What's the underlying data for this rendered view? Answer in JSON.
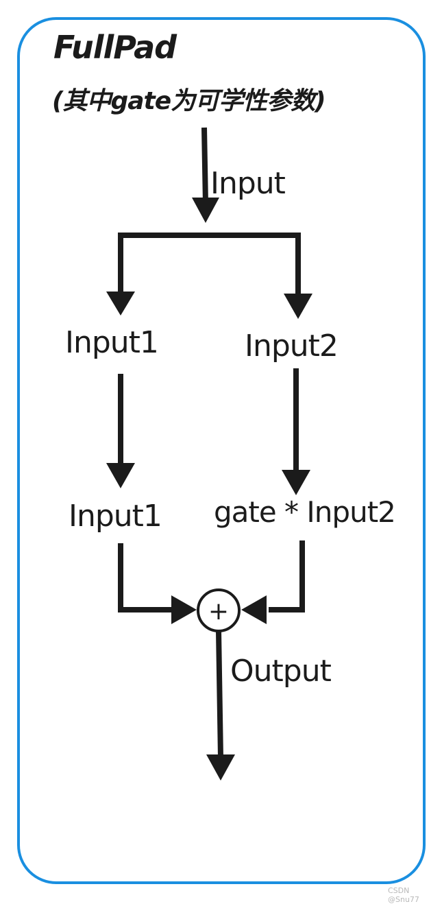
{
  "diagram": {
    "title": "FullPad",
    "subtitle": "(其中gate为可学性参数)",
    "nodes": {
      "input": "Input",
      "branch_left_top": "Input1",
      "branch_right_top": "Input2",
      "branch_left_bottom": "Input1",
      "branch_right_bottom": "gate * Input2",
      "sum_operator": "+",
      "output": "Output"
    },
    "colors": {
      "frame": "#1a8fe0",
      "stroke": "#1b1b1b",
      "background": "#ffffff"
    }
  },
  "watermark": "CSDN @Snu77"
}
